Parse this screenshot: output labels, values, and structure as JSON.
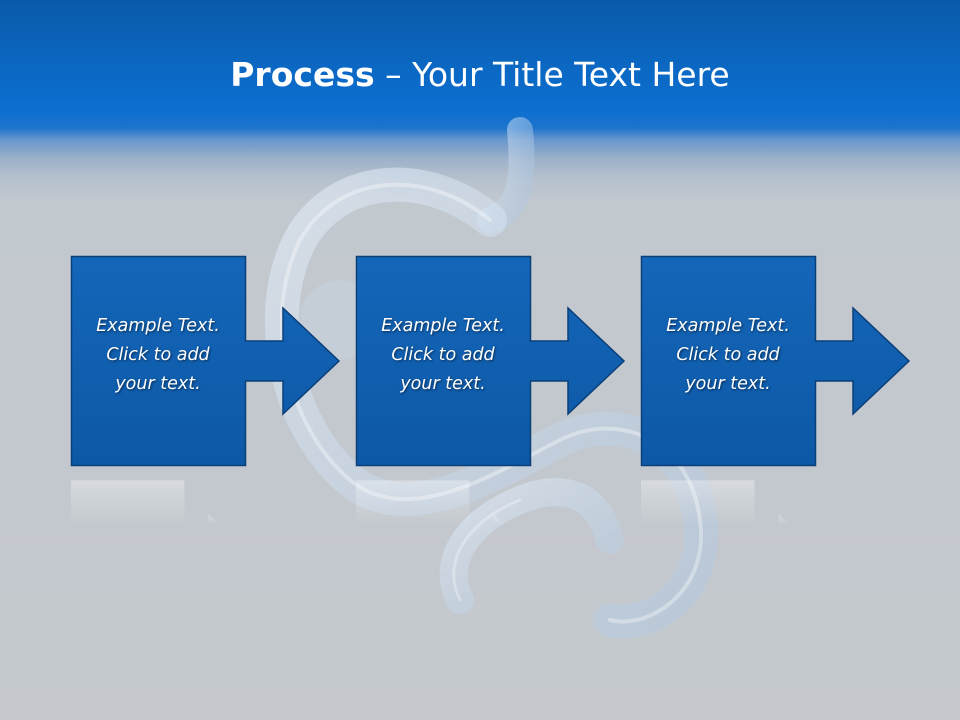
{
  "slide": {
    "title_bold": "Process",
    "title_rest": " – Your Title Text Here"
  },
  "steps": [
    {
      "text": "Example Text.\nClick  to add\nyour text."
    },
    {
      "text": "Example Text.\nClick  to add\nyour text."
    },
    {
      "text": "Example Text.\nClick  to add\nyour text."
    }
  ],
  "colors": {
    "box_fill": "#0f5fb0",
    "box_border": "#0b3f78",
    "header": "#0b66c0"
  },
  "icons": {
    "background": "stomach-illustration",
    "flow": "right-arrow-icon"
  }
}
